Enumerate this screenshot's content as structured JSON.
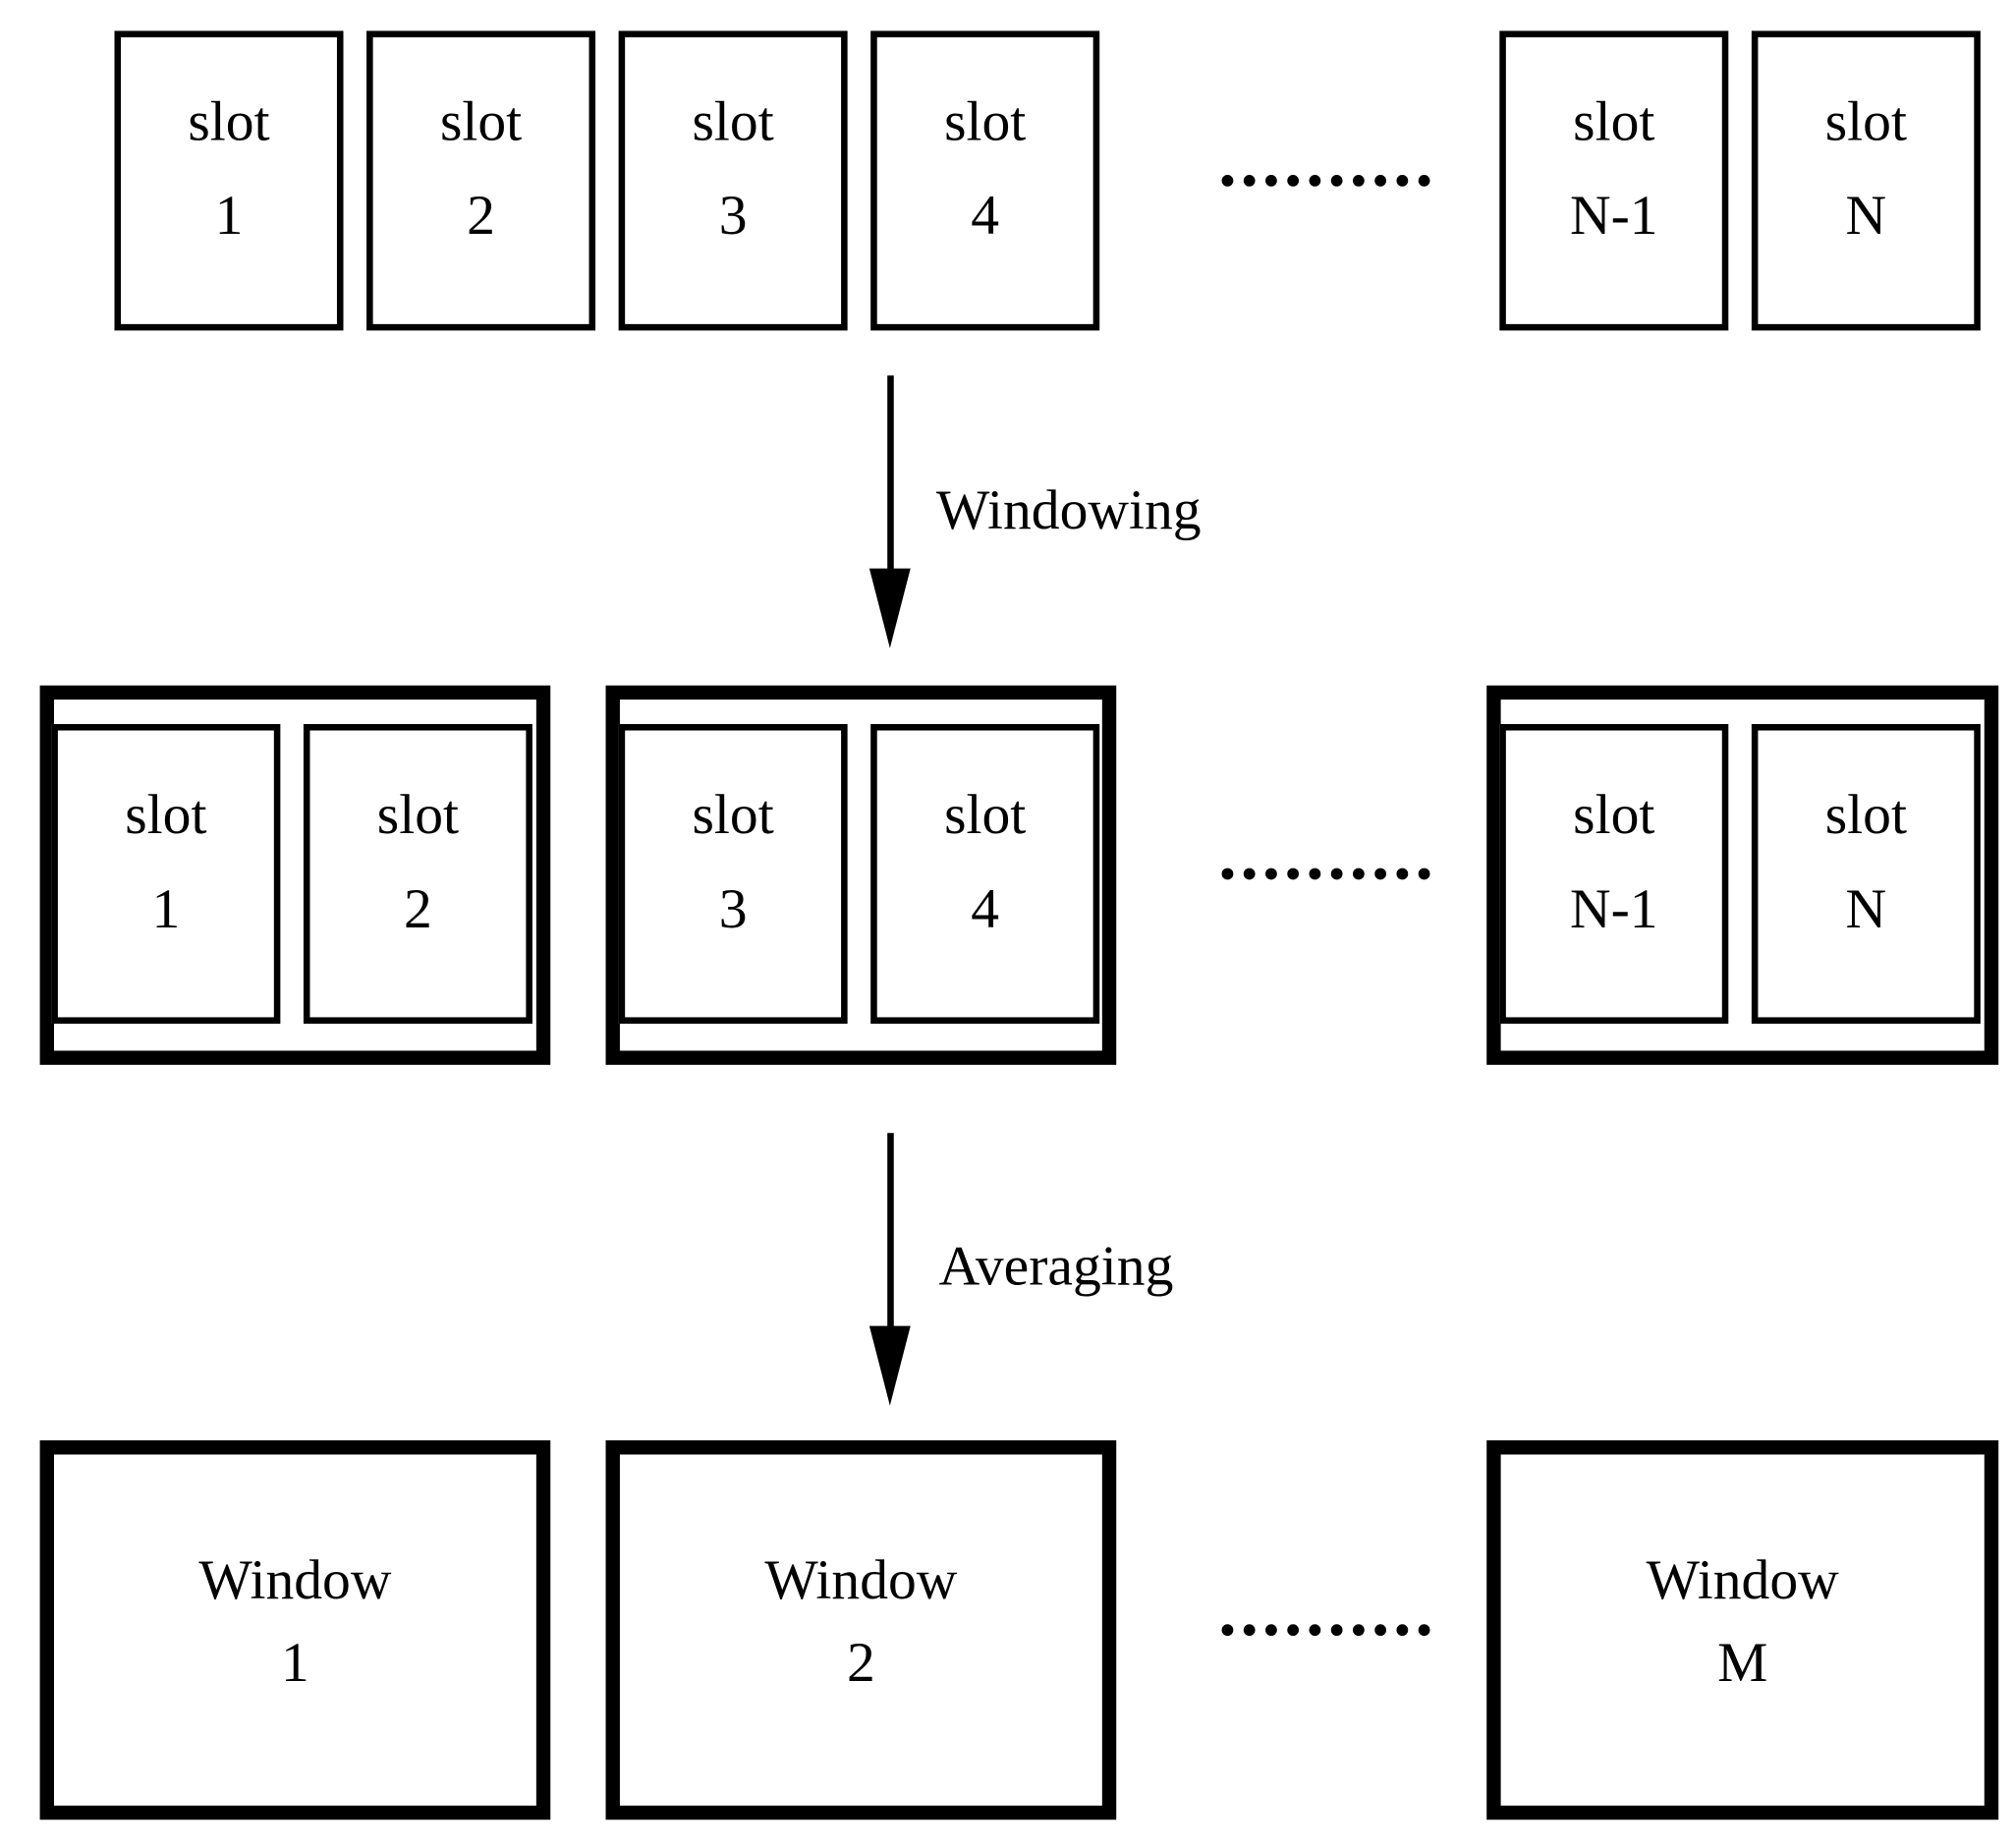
{
  "top_row": {
    "slots": [
      {
        "word": "slot",
        "index": "1"
      },
      {
        "word": "slot",
        "index": "2"
      },
      {
        "word": "slot",
        "index": "3"
      },
      {
        "word": "slot",
        "index": "4"
      },
      {
        "word": "slot",
        "index": "N-1"
      },
      {
        "word": "slot",
        "index": "N"
      }
    ]
  },
  "steps": {
    "windowing": "Windowing",
    "averaging": "Averaging"
  },
  "middle_row": {
    "groups": [
      {
        "slots": [
          {
            "word": "slot",
            "index": "1"
          },
          {
            "word": "slot",
            "index": "2"
          }
        ]
      },
      {
        "slots": [
          {
            "word": "slot",
            "index": "3"
          },
          {
            "word": "slot",
            "index": "4"
          }
        ]
      },
      {
        "slots": [
          {
            "word": "slot",
            "index": "N-1"
          },
          {
            "word": "slot",
            "index": "N"
          }
        ]
      }
    ]
  },
  "bottom_row": {
    "windows": [
      {
        "word": "Window",
        "index": "1"
      },
      {
        "word": "Window",
        "index": "2"
      },
      {
        "word": "Window",
        "index": "M"
      }
    ]
  }
}
